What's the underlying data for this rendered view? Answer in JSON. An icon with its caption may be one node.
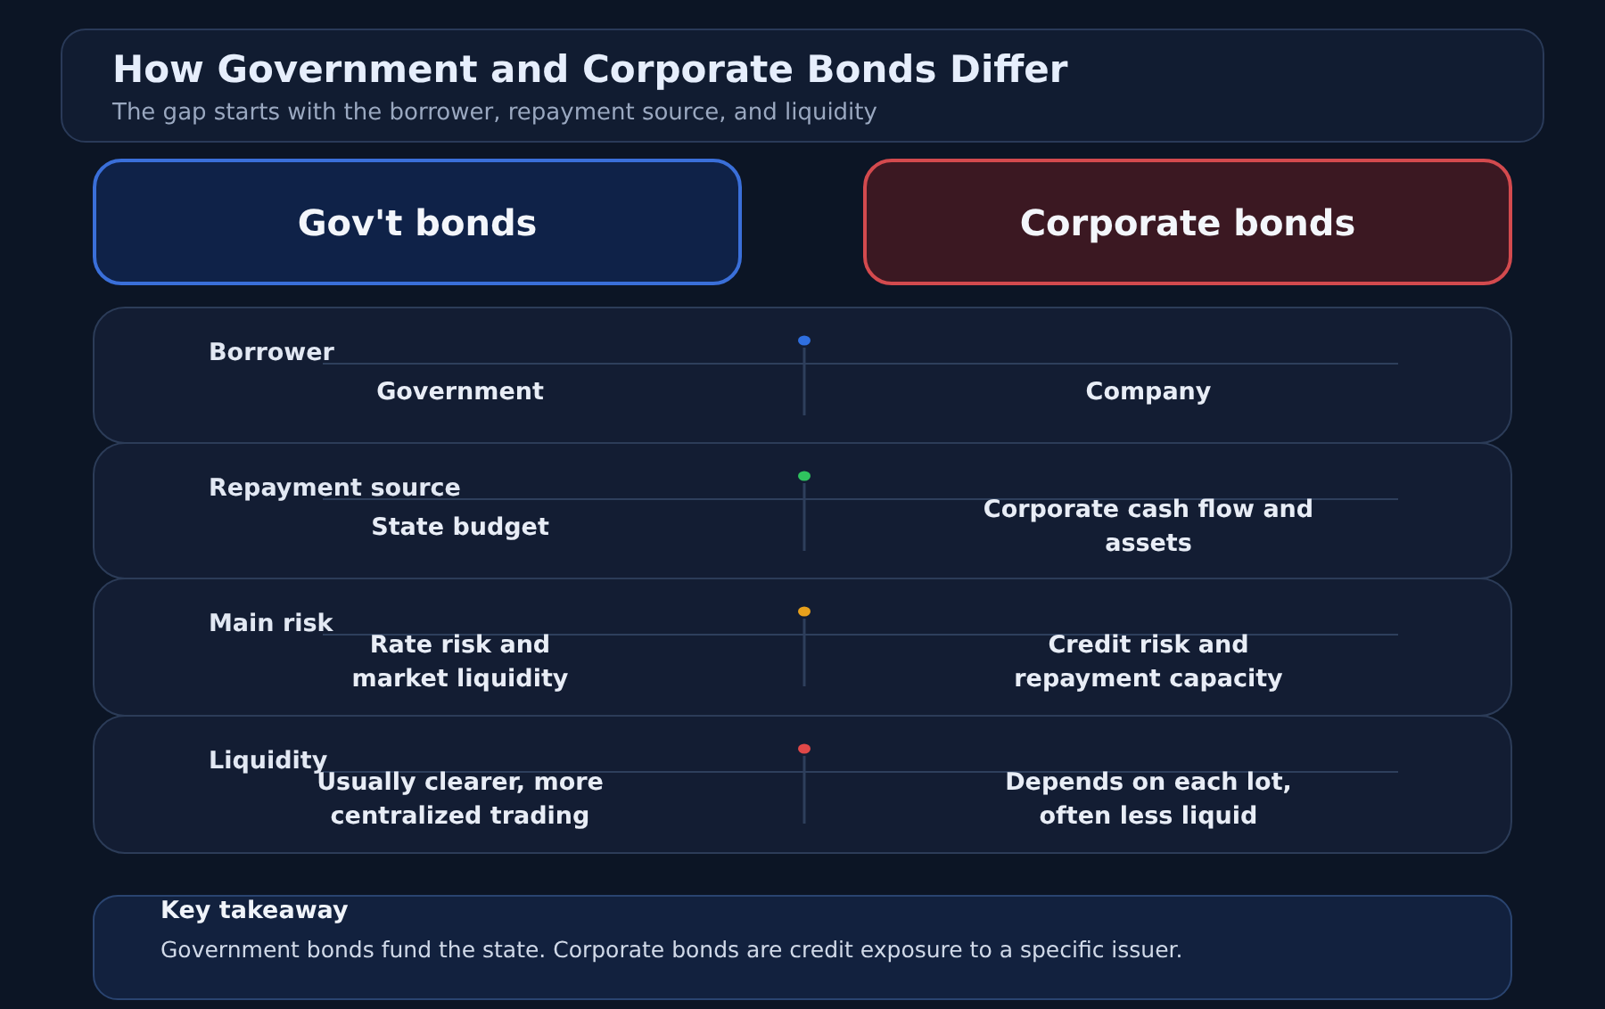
{
  "diagram": {
    "title": "How Government and Corporate Bonds Differ",
    "caption": "The gap starts with the borrower, repayment source, and liquidity",
    "nodes": [
      {
        "text": [
          "Gov't bonds"
        ]
      },
      {
        "text": [
          "Corporate bonds"
        ]
      },
      {
        "text": [
          "Borrower",
          "Government",
          "Company"
        ]
      },
      {
        "text": [
          "Repayment source",
          "State budget",
          "Corporate cash flow and assets"
        ]
      },
      {
        "text": [
          "Main risk",
          "Rate risk and market liquidity",
          "Credit risk and repayment capacity"
        ]
      },
      {
        "text": [
          "Liquidity",
          "Usually clearer, more centralized trading",
          "Depends on each lot, often less liquid"
        ]
      },
      {
        "text": [
          "Key takeaway",
          "Government bonds fund the state. Corporate bonds are credit exposure to a specific issuer."
        ]
      }
    ]
  }
}
